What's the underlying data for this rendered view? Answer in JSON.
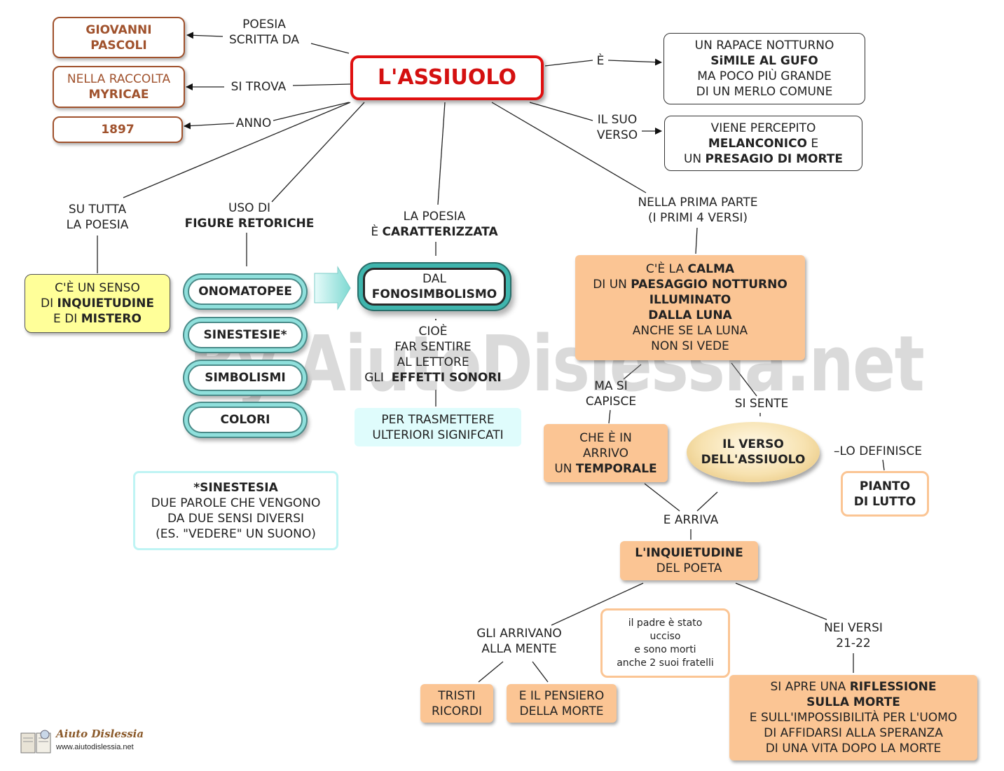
{
  "title": "L'ASSIUOLO",
  "top_left": {
    "e1_label": [
      "POESIA",
      "SCRITTA DA"
    ],
    "author": [
      "GIOVANNI",
      "PASCOLI"
    ],
    "e2_label": "SI TROVA",
    "collection_prefix": "NELLA RACCOLTA",
    "collection_name": "MYRICAE",
    "e3_label": "ANNO",
    "year": "1897"
  },
  "top_right": {
    "e4_label": "È",
    "bird": [
      "UN RAPACE NOTTURNO",
      "SiMILE AL GUFO",
      "MA POCO PIÙ GRANDE",
      "DI UN MERLO COMUNE"
    ],
    "e5_label": [
      "IL SUO",
      "VERSO"
    ],
    "verse_l1": "VIENE PERCEPITO",
    "verse_l2_bold": "MELANCONICO",
    "verse_l2_tail": " E",
    "verse_l3_head": "UN ",
    "verse_l3_bold": "PRESAGIO DI MORTE"
  },
  "left": {
    "label": [
      "SU TUTTA",
      "LA POESIA"
    ],
    "s1_head": "C'È UN SENSO",
    "s2_head": "DI ",
    "s2_bold": "INQUIETUDINE",
    "s3_head": "E DI ",
    "s3_bold": "MISTERO"
  },
  "figures": {
    "label_l1": "USO DI",
    "label_l2": "FIGURE RETORICHE",
    "items": [
      "ONOMATOPEE",
      "SINESTESIE*",
      "SIMBOLISMI",
      "COLORI"
    ]
  },
  "center": {
    "label_l1": "LA POESIA",
    "label_l2_head": "È ",
    "label_l2_bold": "CARATTERIZZATA",
    "fono": [
      "DAL",
      "FONOSIMBOLISMO"
    ],
    "dot": "·",
    "cioe": [
      "CIOÈ",
      "FAR SENTIRE",
      "AL LETTORE"
    ],
    "cioe_l4_head": "GLI  ",
    "cioe_l4_bold": "EFFETTI SONORI",
    "purpose": [
      "PER TRASMETTERE",
      "ULTERIORI SIGNIFCATI"
    ]
  },
  "note": {
    "title": "*SINESTESIA",
    "lines": [
      "DUE PAROLE CHE VENGONO",
      "DA DUE SENSI DIVERSI",
      "(ES. \"VEDERE\" UN SUONO)"
    ]
  },
  "right": {
    "label": [
      "NELLA PRIMA PARTE",
      "(I PRIMI 4 VERSI)"
    ],
    "calm_l1_head": "C'È LA ",
    "calm_l1_bold": "CALMA",
    "calm_l2_head": "DI UN ",
    "calm_l2_bold": "PAESAGGIO NOTTURNO",
    "calm_l3_bold": "ILLUMINATO",
    "calm_l4_bold": "DALLA LUNA",
    "calm_l5": "ANCHE SE LA LUNA",
    "calm_l6": "NON SI VEDE",
    "capisce": [
      "MA SI",
      "CAPISCE"
    ],
    "storm": [
      "CHE È IN",
      "ARRIVO"
    ],
    "storm_l3_head": "UN ",
    "storm_l3_bold": "TEMPORALE",
    "sente": "SI SENTE",
    "verse": [
      "IL VERSO",
      "DELL'ASSIUOLO"
    ],
    "definisce": "–LO DEFINISCE",
    "lutto": [
      "PIANTO",
      "DI LUTTO"
    ],
    "arriva": "E ARRIVA",
    "inq_bold": "L'INQUIETUDINE",
    "inq_tail": "DEL POETA",
    "mente": [
      "GLI ARRIVANO",
      "ALLA MENTE"
    ],
    "ricordi": [
      "TRISTI",
      "RICORDI"
    ],
    "pensiero": [
      "E IL PENSIERO",
      "DELLA MORTE"
    ],
    "padre": [
      "il padre è stato",
      "ucciso",
      "e sono morti",
      "anche 2 suoi fratelli"
    ],
    "versi": [
      "NEI VERSI",
      "21-22"
    ],
    "rifl_l1_head": "SI APRE UNA ",
    "rifl_l1_bold": "RIFLESSIONE",
    "rifl_l2_bold": "SULLA MORTE",
    "rifl_l3": "E SULL'IMPOSSIBILITÀ PER L'UOMO",
    "rifl_l4": "DI AFFIDARSI ALLA SPERANZA",
    "rifl_l5": "DI UNA VITA DOPO LA MORTE"
  },
  "watermark": "By AiutoDislessia.net",
  "logo": {
    "name": "Aiuto Dislessia",
    "url": "www.aiutodislessia.net"
  },
  "colors": {
    "title_red": "#e01010",
    "brown": "#a0522d",
    "peach": "#fbc594",
    "teal": "#3fb5ad",
    "yellow": "#ffff99",
    "light_cyan": "#dffcfc"
  }
}
